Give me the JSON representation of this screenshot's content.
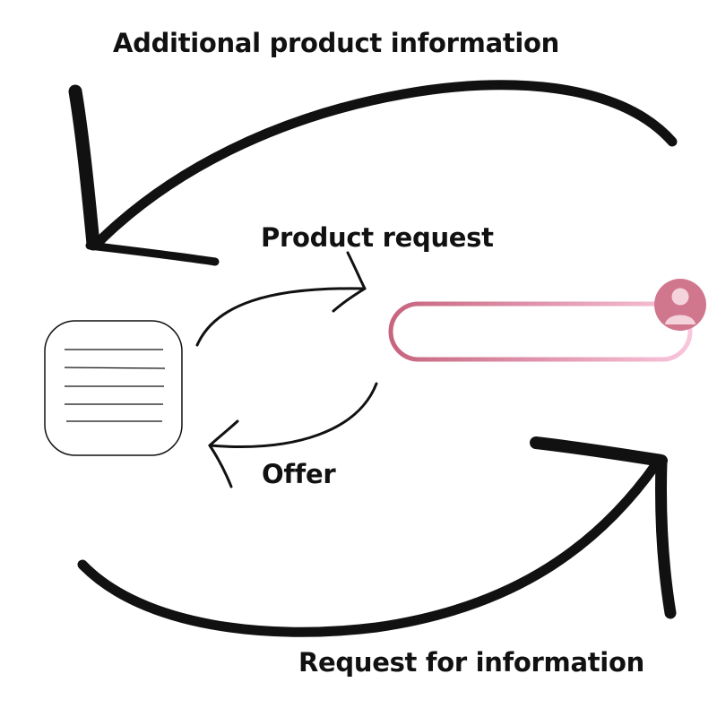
{
  "labels": {
    "additional_product_information": "Additional product information",
    "product_request": "Product request",
    "offer": "Offer",
    "request_for_information": "Request for information"
  },
  "colors": {
    "ink": "#111111",
    "search_gradient_start": "#c7647e",
    "search_gradient_end": "#f9c6dc",
    "avatar_fill": "#d0778e",
    "avatar_figure": "#f5d3dd"
  },
  "icons": {
    "document": "document-icon",
    "search_bar": "search-bar-icon",
    "user": "user-avatar-icon"
  }
}
